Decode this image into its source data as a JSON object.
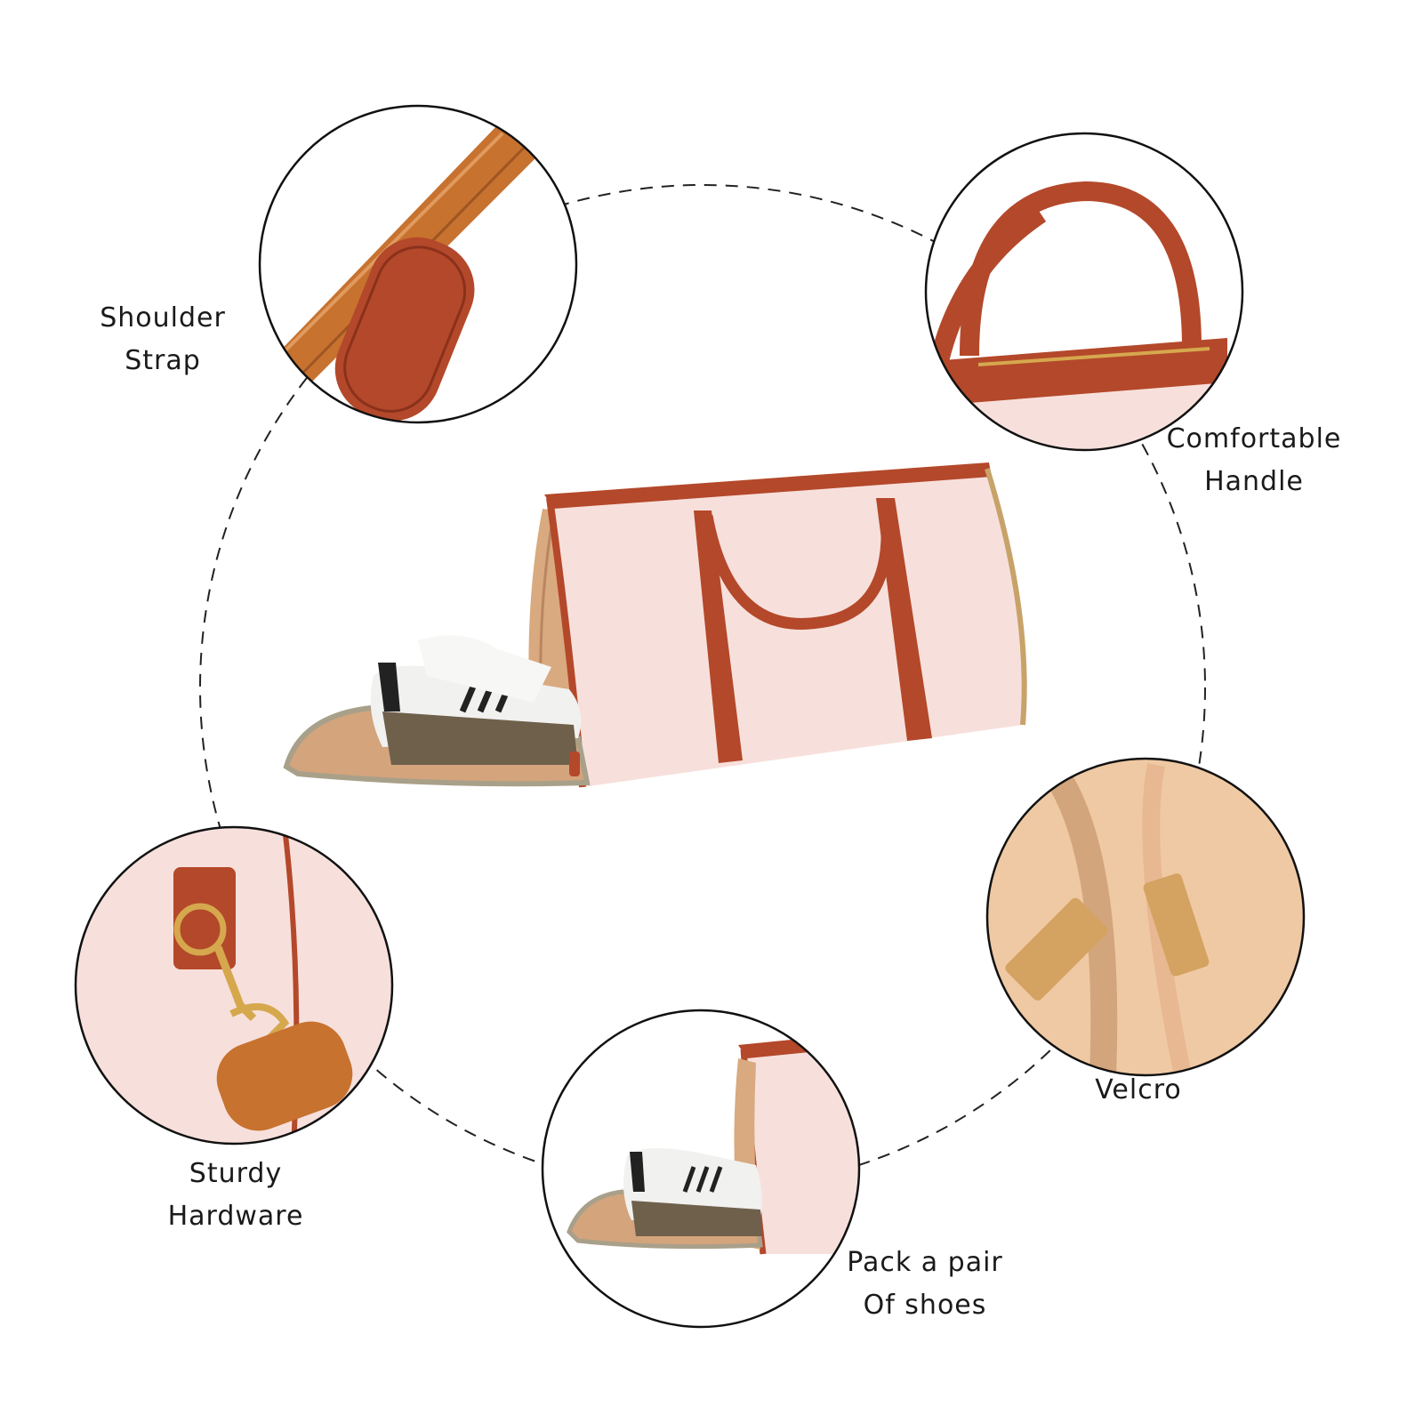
{
  "features": [
    {
      "id": "shoulder-strap",
      "lines": [
        "Shoulder",
        "Strap"
      ]
    },
    {
      "id": "comfortable-handle",
      "lines": [
        "Comfortable",
        "Handle"
      ]
    },
    {
      "id": "velcro",
      "lines": [
        "Velcro"
      ]
    },
    {
      "id": "shoe-pack",
      "lines": [
        "Pack a pair",
        "Of shoes"
      ]
    },
    {
      "id": "sturdy-hardware",
      "lines": [
        "Sturdy",
        "Hardware"
      ]
    }
  ],
  "colors": {
    "leather": "#b4482a",
    "pink": "#f6dfdb",
    "lining": "#ddb08a",
    "strap": "#c7722f",
    "gold": "#d6a84e",
    "outline": "#111111"
  }
}
